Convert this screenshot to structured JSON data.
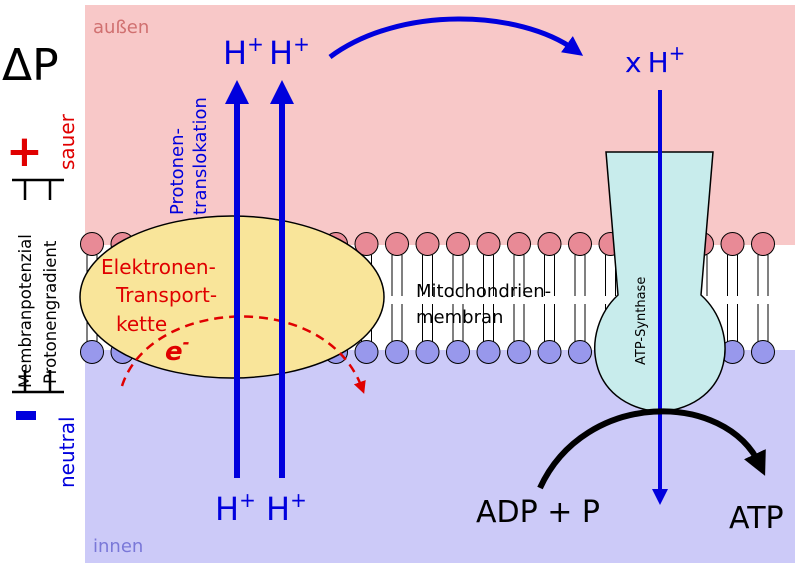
{
  "diagram": {
    "delta_p": "ΔP",
    "outside_label": "außen",
    "inside_label": "innen",
    "plus_sign": "+",
    "minus_sign": "-",
    "acid_label": "sauer",
    "neutral_label": "neutral",
    "membrane_potential_label": "Membranpotenzial",
    "proton_gradient_label": "Protonengradient",
    "proton_translocation_label": [
      "Protonen-",
      "translokation"
    ],
    "electron_transport_chain_label": [
      "Elektronen-",
      "Transport-",
      "kette"
    ],
    "electron_label": "e",
    "electron_superscript": "-",
    "mito_membrane_label": [
      "Mitochondrien-",
      "membran"
    ],
    "atp_synthase_label": "ATP-Synthase",
    "proton": "H",
    "proton_charge": "+",
    "proton_multiplier": "x",
    "adp_label": "ADP + P",
    "atp_label": "ATP"
  },
  "colors": {
    "outside_bg": "#f8c8c8",
    "inside_bg": "#cccaf8",
    "outside_text": "#d07070",
    "inside_text": "#7a78d8",
    "head_red": "#e88a96",
    "head_blue": "#9898ec",
    "etc_fill": "#f9e59a",
    "synthase_fill": "#c8ecec",
    "proton_blue": "#0000dd",
    "red": "#e00000",
    "black": "#000000"
  }
}
